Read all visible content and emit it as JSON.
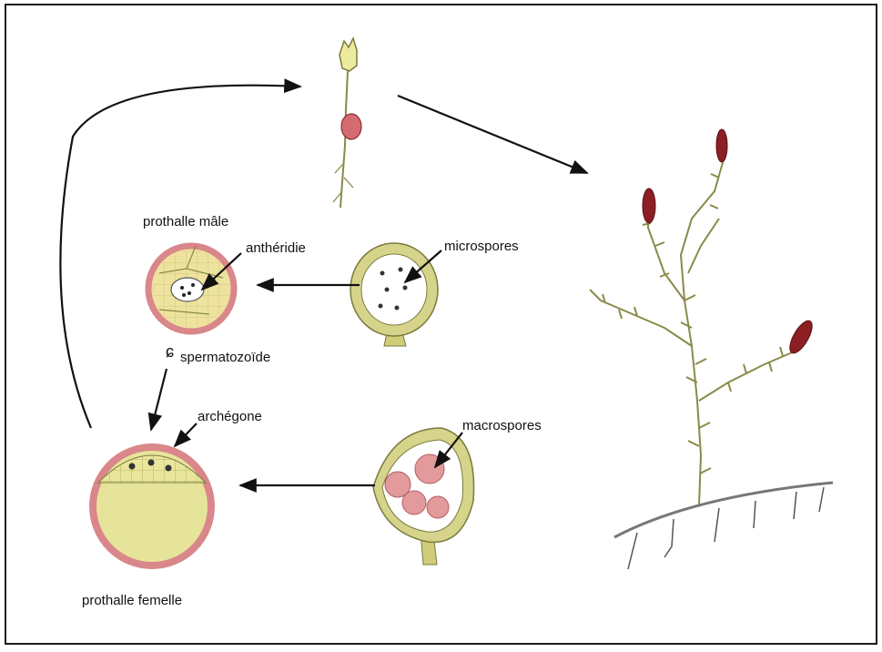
{
  "diagram": {
    "labels": {
      "male_prothallus": "prothalle mâle",
      "antheridium": "anthéridie",
      "microspores": "microspores",
      "spermatozoid": "spermatozoïde",
      "archegonium": "archégone",
      "macrospores": "macrospores",
      "female_prothallus": "prothalle femelle"
    },
    "colors": {
      "border": "#1a1a1a",
      "spore_wall_pink": "#d9878a",
      "cell_yellow": "#e6e49a",
      "plant_stem": "#8a8a4a",
      "strobilus_red": "#8b1f24",
      "arrow": "#111111"
    }
  }
}
